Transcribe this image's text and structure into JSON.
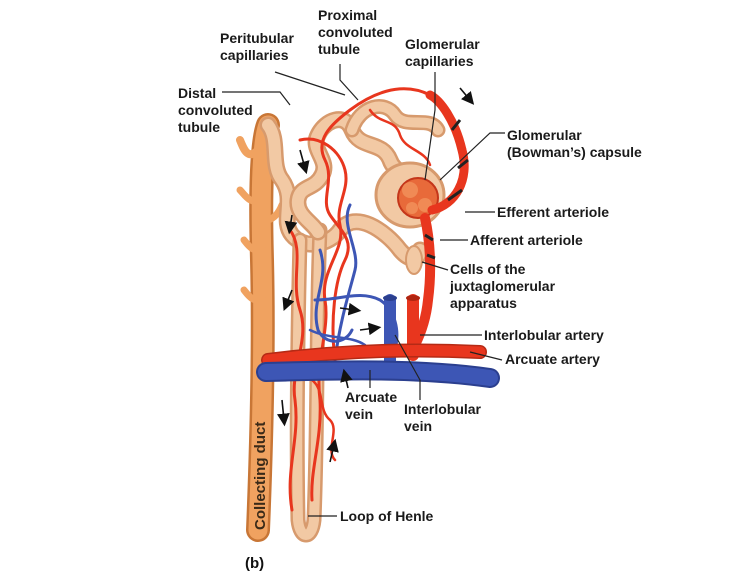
{
  "labels": {
    "proximal": "Proximal\nconvoluted\ntubule",
    "peritubular": "Peritubular\ncapillaries",
    "glomerular_caps": "Glomerular\ncapillaries",
    "distal": "Distal\nconvoluted\ntubule",
    "glomerular_capsule": "Glomerular\n(Bowman’s) capsule",
    "efferent": "Efferent arteriole",
    "afferent": "Afferent arteriole",
    "jga": "Cells of the\njuxtaglomerular\napparatus",
    "interlobular_artery": "Interlobular artery",
    "arcuate_artery": "Arcuate artery",
    "arcuate_vein": "Arcuate\nvein",
    "interlobular_vein": "Interlobular\nvein",
    "loop": "Loop of Henle",
    "collecting_duct": "Collecting duct"
  },
  "panel_tag": "(b)",
  "colors": {
    "tubule": "#f2c9a4",
    "tubule_edge": "#d79a6d",
    "duct": "#f0a260",
    "duct_edge": "#c87636",
    "artery": "#e8361e",
    "vein": "#3d56b5",
    "leader": "#222222"
  }
}
